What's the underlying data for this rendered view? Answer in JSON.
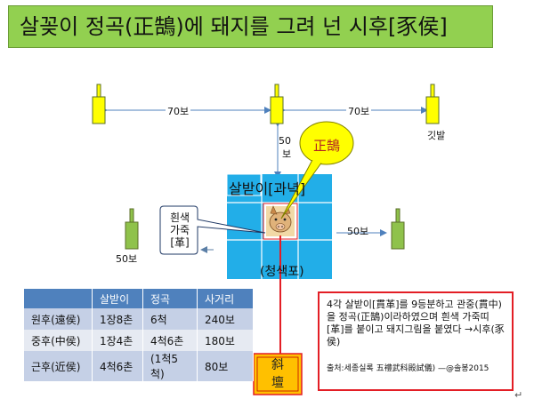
{
  "title": "살꽂이 정곡(正鵠)에 돼지를 그려 넌 시후[豕侯]",
  "distances": {
    "left_span": "70보",
    "right_span": "70보",
    "center_to_target_line1": "50",
    "center_to_target_line2": "보",
    "flag_marker": "깃발",
    "left_flag": "50보",
    "right_flag": "50보"
  },
  "target": {
    "caption": "살받이[과녁]",
    "bullseye_label": "正鵠",
    "cloth": "(청색포)",
    "leather_note": [
      "흰색",
      "가죽",
      "[革]"
    ]
  },
  "altar_label": [
    "斜",
    "壇"
  ],
  "table": {
    "headers": [
      "",
      "살받이",
      "정곡",
      "사거리"
    ],
    "rows": [
      [
        "원후(遠侯)",
        "1장8촌",
        "6척",
        "240보"
      ],
      [
        "중후(中侯)",
        "1장4촌",
        "4척6촌",
        "180보"
      ],
      [
        "근후(近侯)",
        "4척6촌",
        "(1척5척)",
        "80보"
      ]
    ]
  },
  "note": {
    "body": "4각 살받이[貫革]를 9등분하고 관중(貫中)을 정곡(正鵠)이라하였으며 흰색 가죽띠[革]를 붙이고 돼지그림을 붙였다 →시후(豕侯)",
    "source": "출처:세종실록 五禮武科殿試儀) —@솔봉2015"
  },
  "return_mark": "↵",
  "colors": {
    "title_bg": "#92d050",
    "flag_body": "#ffff00",
    "flag_green": "#8fc24b",
    "target_blue": "#22aee8",
    "callout": "#ffff00",
    "stand_line": "#e31e25",
    "altar_bg": "#ffc000"
  }
}
